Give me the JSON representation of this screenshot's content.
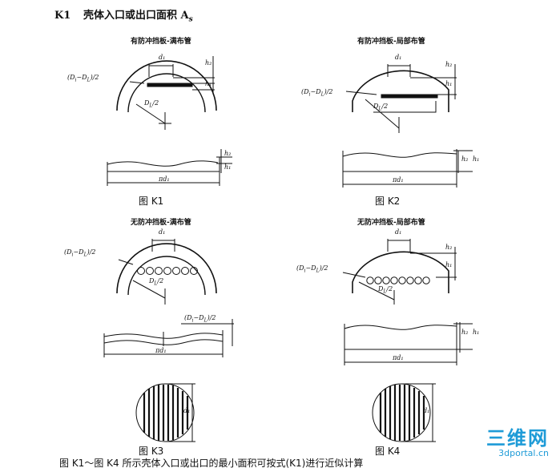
{
  "heading": {
    "code": "K1",
    "title": "壳体入口或出口面积 A",
    "subscript": "s"
  },
  "figures": [
    {
      "title": "有防冲挡板-满布管",
      "caption": "图 K1"
    },
    {
      "title": "有防冲挡板-局部布管",
      "caption": "图 K2"
    },
    {
      "title": "无防冲挡板-满布管",
      "caption": "图 K3"
    },
    {
      "title": "无防冲挡板-局部布管",
      "caption": "图 K4"
    }
  ],
  "labels": {
    "d1": "d₁",
    "h1": "h₁",
    "h2": "h₂",
    "gap_num": "(D",
    "gap_sub1": "i",
    "gap_mid": "−D",
    "gap_sub2": "L",
    "gap_end": ")/2",
    "dl_main": "D",
    "dl_sub": "L",
    "dl_end": "/2",
    "pi_d1": "πd₁"
  },
  "caption": "图 K1～图 K4 所示壳体入口或出口的最小面积可按式(K1)进行近似计算",
  "watermark": {
    "logo": "三维网",
    "url": "3dportal.cn"
  }
}
